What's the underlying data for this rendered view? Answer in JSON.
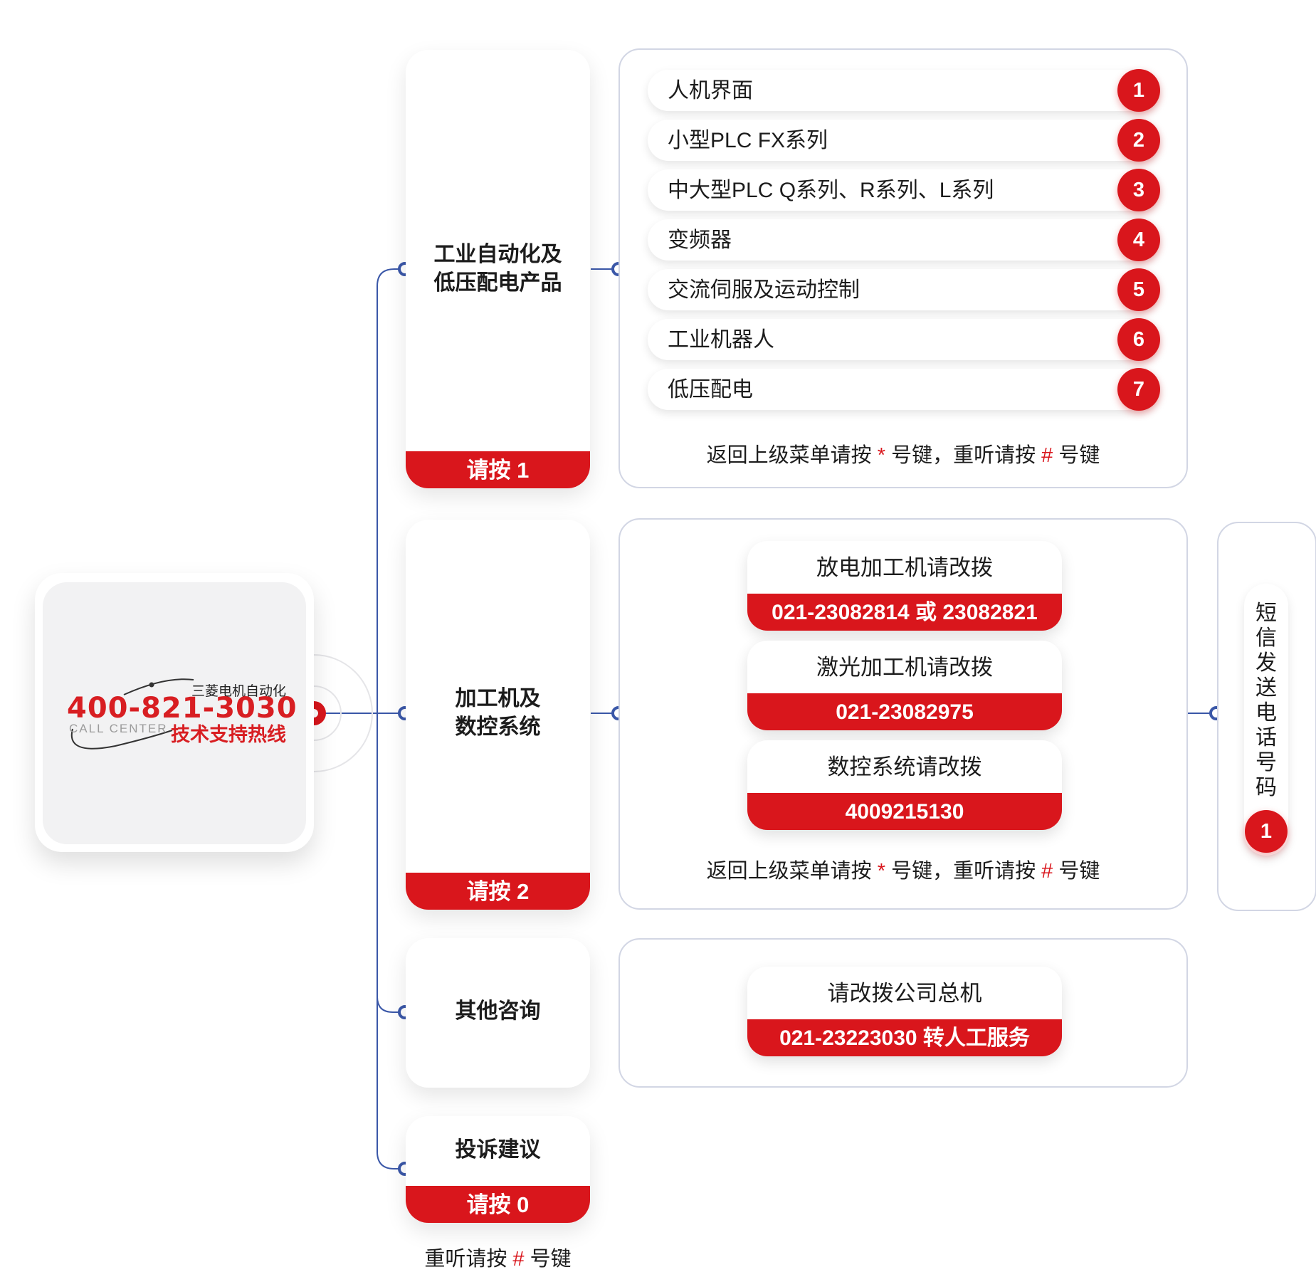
{
  "hotline": {
    "company": "三菱电机自动化",
    "number": "400-821-3030",
    "call_center": "CALL CENTER",
    "title": "技术支持热线"
  },
  "categories": [
    {
      "title": "工业自动化及\n低压配电产品",
      "key": "请按 1"
    },
    {
      "title": "加工机及\n数控系统",
      "key": "请按 2"
    },
    {
      "title": "其他咨询"
    },
    {
      "title": "投诉建议",
      "key": "请按 0"
    }
  ],
  "products": {
    "items": [
      {
        "label": "人机界面",
        "number": "1"
      },
      {
        "label": "小型PLC FX系列",
        "number": "2"
      },
      {
        "label": "中大型PLC Q系列、R系列、L系列",
        "number": "3"
      },
      {
        "label": "变频器",
        "number": "4"
      },
      {
        "label": "交流伺服及运动控制",
        "number": "5"
      },
      {
        "label": "工业机器人",
        "number": "6"
      },
      {
        "label": "低压配电",
        "number": "7"
      }
    ]
  },
  "hint": {
    "before_star": "返回上级菜单请按 ",
    "star": "*",
    "middle": " 号键，重听请按 ",
    "hash": "#",
    "after": " 号键"
  },
  "machining": {
    "redials": [
      {
        "label": "放电加工机请改拨",
        "number": "021-23082814 或 23082821"
      },
      {
        "label": "激光加工机请改拨",
        "number": "021-23082975"
      },
      {
        "label": "数控系统请改拨",
        "number": "4009215130"
      }
    ]
  },
  "other": {
    "label": "请改拨公司总机",
    "number": "021-23223030 转人工服务"
  },
  "sms": {
    "text": "短\n信\n发\n送\n电\n话\n号\n码",
    "number": "1"
  },
  "footer": {
    "before": "重听请按 ",
    "hash": "#",
    "after": " 号键"
  },
  "colors": {
    "accent": "#d9161c",
    "connector": "#3a57a8",
    "panel_border": "#d2d6e4"
  }
}
